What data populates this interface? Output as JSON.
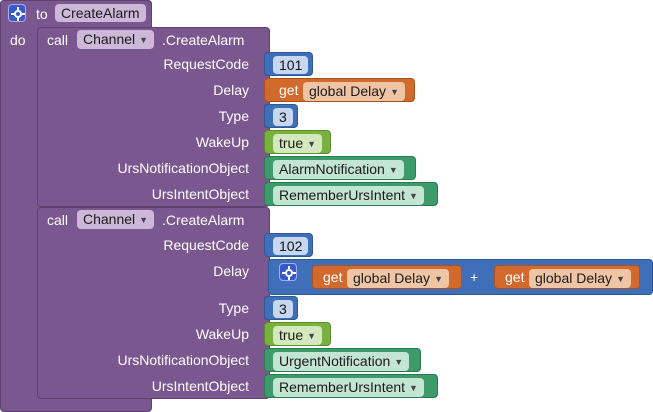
{
  "header": {
    "to": "to",
    "name": "CreateAlarm",
    "do": "do"
  },
  "calls": [
    {
      "call": "call",
      "component": "Channel",
      "method": ".CreateAlarm",
      "params": [
        {
          "label": "RequestCode",
          "value": "101"
        },
        {
          "label": "Delay",
          "get": "get",
          "var": "global Delay"
        },
        {
          "label": "Type",
          "value": "3"
        },
        {
          "label": "WakeUp",
          "value": "true"
        },
        {
          "label": "UrsNotificationObject",
          "value": "AlarmNotification"
        },
        {
          "label": "UrsIntentObject",
          "value": "RememberUrsIntent"
        }
      ]
    },
    {
      "call": "call",
      "component": "Channel",
      "method": ".CreateAlarm",
      "params": [
        {
          "label": "RequestCode",
          "value": "102"
        },
        {
          "label": "Delay",
          "get1": "get",
          "var1": "global Delay",
          "op": "+",
          "get2": "get",
          "var2": "global Delay"
        },
        {
          "label": "Type",
          "value": "3"
        },
        {
          "label": "WakeUp",
          "value": "true"
        },
        {
          "label": "UrsNotificationObject",
          "value": "UrgentNotification"
        },
        {
          "label": "UrsIntentObject",
          "value": "RememberUrsIntent"
        }
      ]
    }
  ],
  "colors": {
    "procedure": "#7b578f",
    "number": "#3e6fb8",
    "variable": "#d36a2d",
    "logic": "#78b13d",
    "component": "#3d9a6a",
    "mutator": "#3a59c9"
  }
}
